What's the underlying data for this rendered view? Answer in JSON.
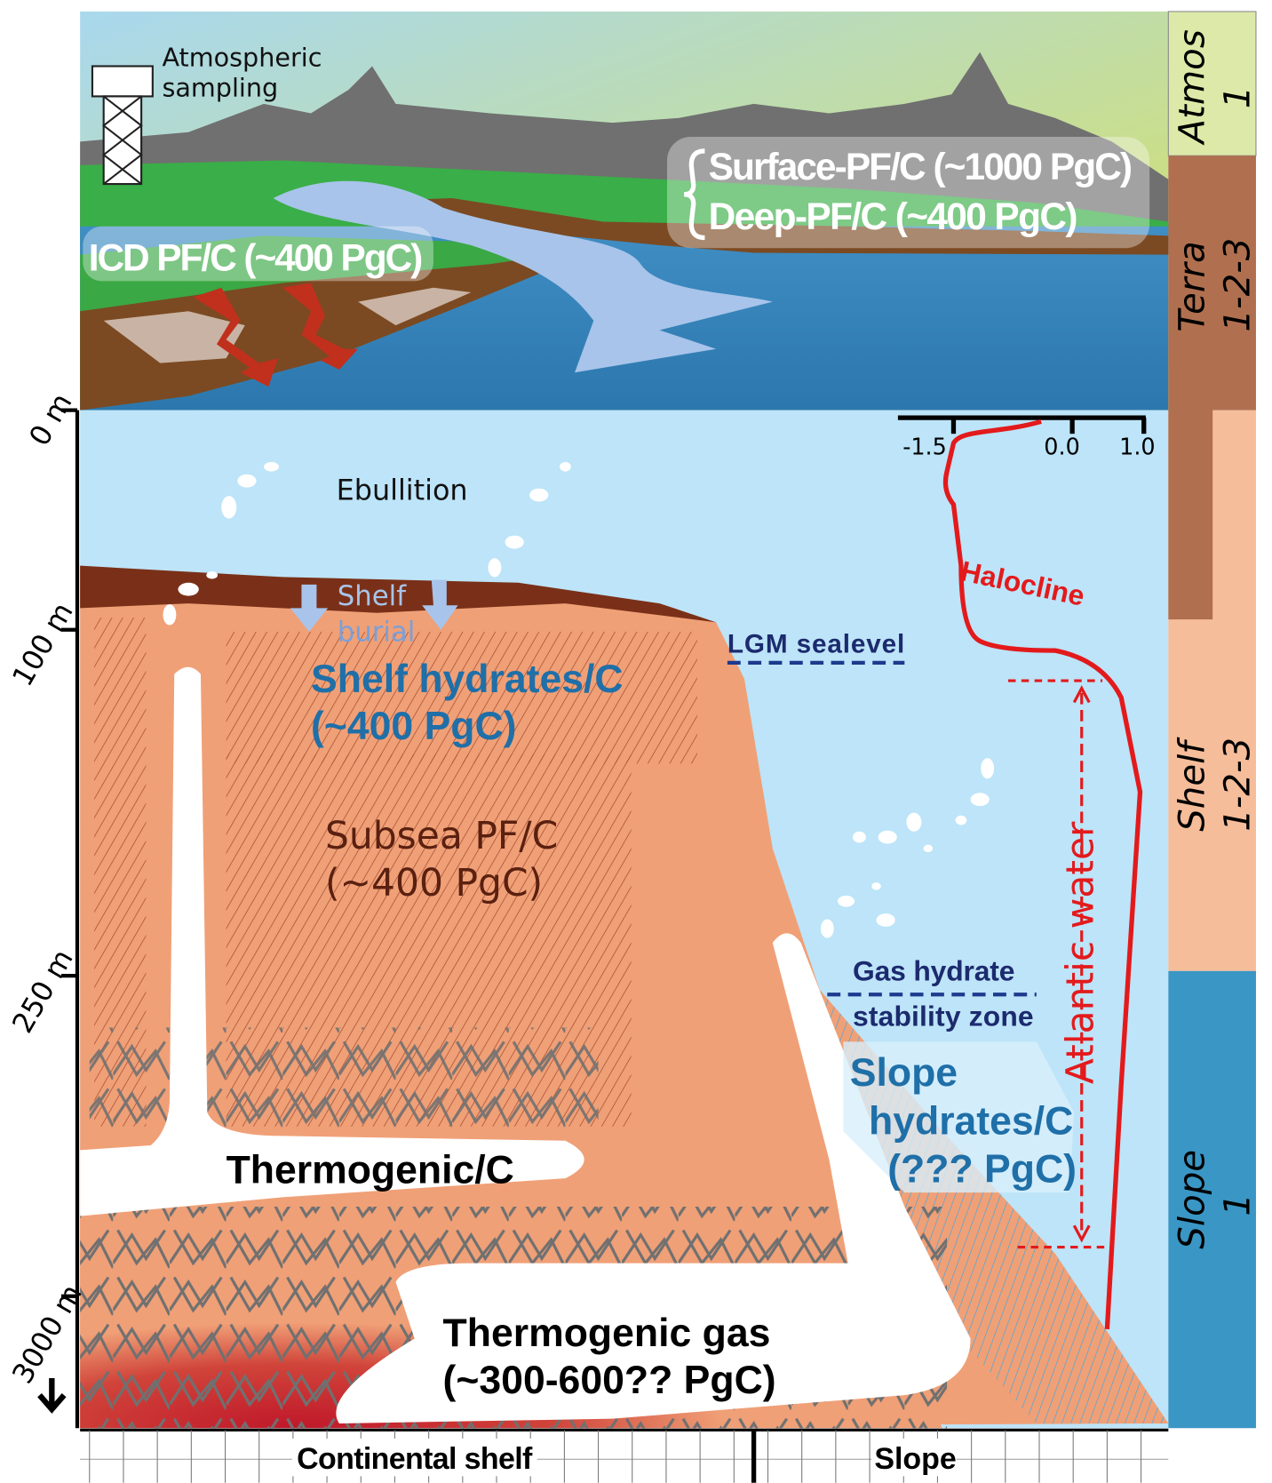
{
  "top": {
    "atmospheric_sampling": [
      "Atmospheric",
      "sampling"
    ],
    "icd": "ICD PF/C (~400 PgC)",
    "surface_pf": "Surface-PF/C (~1000 PgC)",
    "deep_pf": "Deep-PF/C (~400 PgC)"
  },
  "reservoirs": {
    "atmos": {
      "name": "Atmos",
      "num": "1"
    },
    "terra": {
      "name": "Terra",
      "num": "1-2-3"
    },
    "shelf": {
      "name": "Shelf",
      "num": "1-2-3"
    },
    "slope": {
      "name": "Slope",
      "num": "1"
    }
  },
  "depth_axis": [
    "0 m",
    "100 m",
    "250 m",
    "3000 m"
  ],
  "salinity_axis": [
    "-1.5",
    "0.0",
    "1.0"
  ],
  "labels": {
    "ebullition": "Ebullition",
    "shelf_burial": [
      "Shelf",
      "burial"
    ],
    "shelf_hydrates": [
      "Shelf hydrates/C",
      "(~400 PgC)"
    ],
    "subsea_pf": [
      "Subsea PF/C",
      "(~400 PgC)"
    ],
    "thermogenic_c": "Thermogenic/C",
    "thermogenic_gas": [
      "Thermogenic gas",
      "(~300-600?? PgC)"
    ],
    "lgm": "LGM sealevel",
    "halocline": "Halocline",
    "ghsz": [
      "Gas hydrate",
      "stability zone"
    ],
    "slope_hydrates": [
      "Slope",
      "hydrates/C",
      "(??? PgC)"
    ],
    "atlantic": "Atlantic water"
  },
  "bottom_axis": {
    "shelf": "Continental shelf",
    "slope": "Slope"
  },
  "colors": {
    "sky_top": "#a9d8ee",
    "sky_bottom": "#d6e06a",
    "ocean": "#bde4f8",
    "sediment": "#f0a077",
    "atlantic": "#e31a1c",
    "hydrate_text": "#1f6fa8"
  }
}
